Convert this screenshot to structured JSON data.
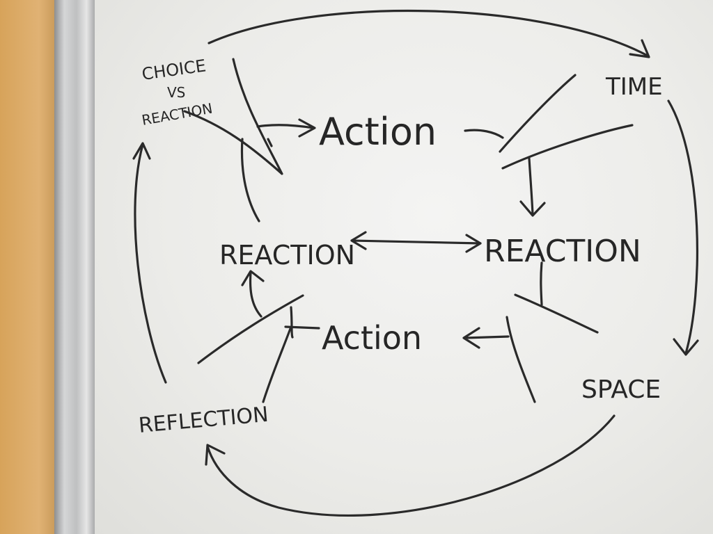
{
  "diagram": {
    "nodes": {
      "choice_line1": "CHOICE",
      "choice_line2": "VS",
      "choice_line3": "REACTION",
      "action_top": "Action",
      "time": "TIME",
      "reaction_left": "REACTION",
      "reaction_right": "REACTION",
      "action_bottom": "Action",
      "space": "SPACE",
      "reflection": "REFLECTION"
    },
    "colors": {
      "ink": "#262626",
      "board": "#efefed",
      "wall": "#d9a860",
      "frame": "#c4c5c6"
    }
  }
}
